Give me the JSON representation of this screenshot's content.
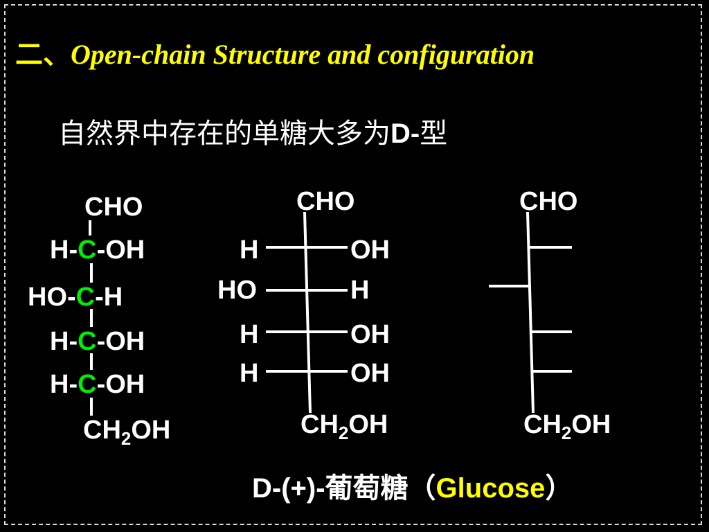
{
  "slide": {
    "title_num": "二、",
    "title_text": "Open-chain Structure and configuration",
    "subtitle_cn": "自然界中存在的单糖大多为",
    "subtitle_d": "D-",
    "subtitle_end": "型"
  },
  "structure1": {
    "top": "CHO",
    "rows": [
      {
        "left": "H-",
        "center": "C",
        "right": "-OH"
      },
      {
        "left": "HO-",
        "center": "C",
        "right": "-H"
      },
      {
        "left": "H-",
        "center": "C",
        "right": "-OH"
      },
      {
        "left": "H-",
        "center": "C",
        "right": "-OH"
      }
    ],
    "bottom_pre": "CH",
    "bottom_sub": "2",
    "bottom_post": "OH"
  },
  "structure2": {
    "top": "CHO",
    "rows": [
      {
        "left": "H",
        "right": "OH"
      },
      {
        "left": "HO",
        "right": "H"
      },
      {
        "left": "H",
        "right": "OH"
      },
      {
        "left": "H",
        "right": "OH"
      }
    ],
    "bottom_pre": "CH",
    "bottom_sub": "2",
    "bottom_post": "OH"
  },
  "structure3": {
    "top": "CHO",
    "bottom_pre": "CH",
    "bottom_sub": "2",
    "bottom_post": "OH"
  },
  "caption": {
    "prefix": "D-(+)-葡萄糖",
    "open_paren": "（",
    "name": "Glucose",
    "close_paren": "）"
  }
}
